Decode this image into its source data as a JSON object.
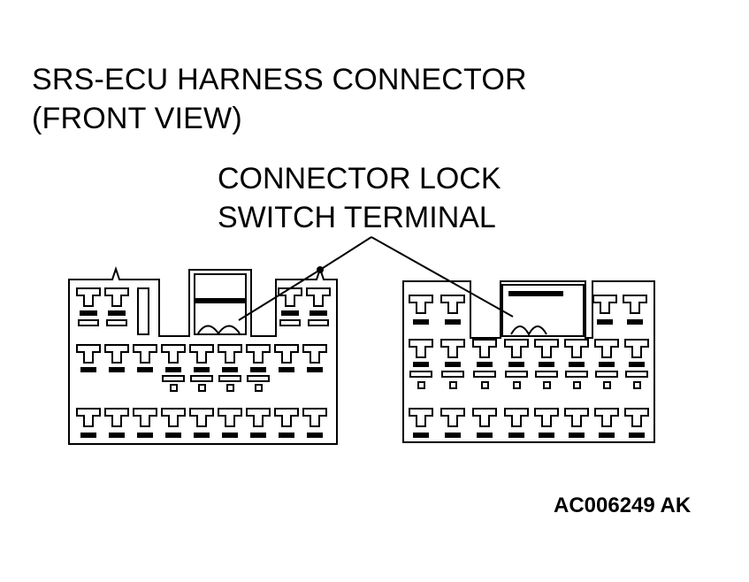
{
  "title": {
    "line1": "SRS-ECU HARNESS CONNECTOR",
    "line2": "(FRONT VIEW)"
  },
  "callout": {
    "line1": "CONNECTOR LOCK",
    "line2": "SWITCH TERMINAL"
  },
  "figure_id": "AC006249 AK"
}
